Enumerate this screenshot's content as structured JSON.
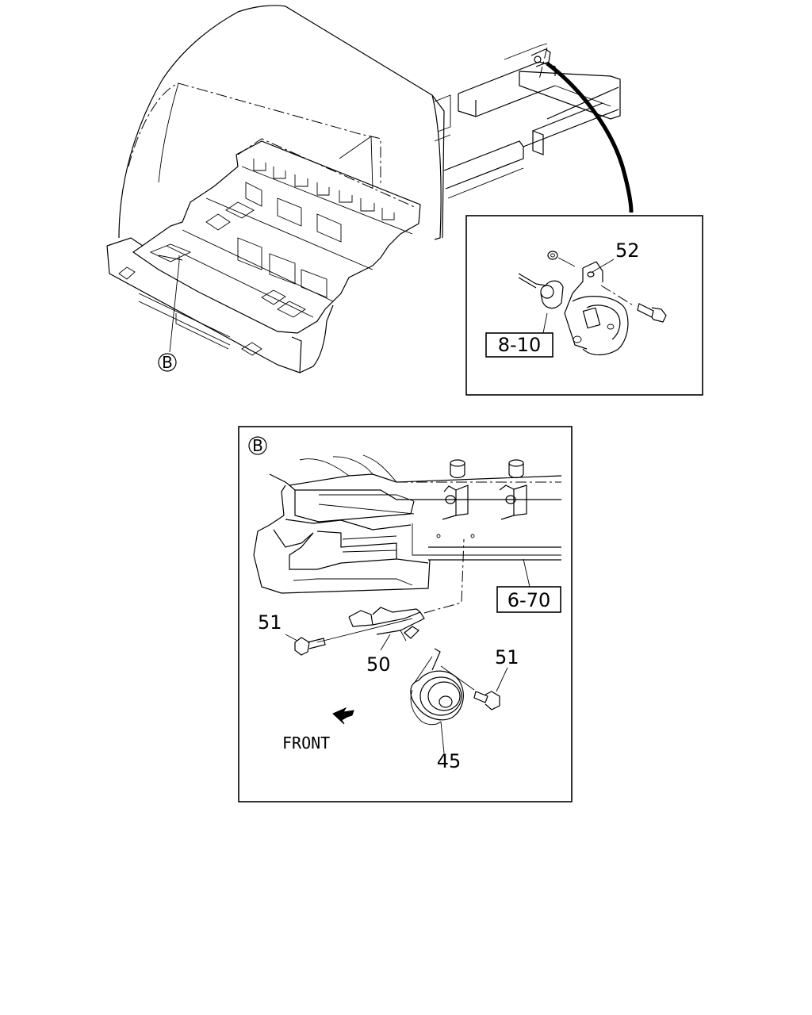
{
  "callouts": {
    "detail_b_marker": "B",
    "detail_b_title": "B",
    "part_52": "52",
    "part_8_10": "8-10",
    "part_6_70": "6-70",
    "part_51_left": "51",
    "part_51_right": "51",
    "part_50": "50",
    "part_45": "45"
  },
  "direction": {
    "front_label": "FRONT"
  },
  "icons": {
    "detail_marker": "circled-letter-icon",
    "direction": "front-arrow-icon"
  }
}
